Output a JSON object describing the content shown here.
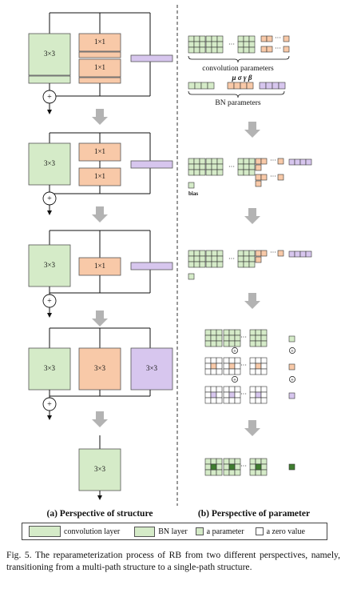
{
  "figure": {
    "number": "Fig. 5.",
    "caption": "The reparameterization process of RB from two different perspectives, namely, transitioning from a multi-path structure to a single-path structure."
  },
  "structure": {
    "conv3x3": "3×3",
    "conv1x1": "1×1",
    "plus": "+",
    "subtitle": "(a) Perspective of structure"
  },
  "parameter": {
    "conv_params": "convolution parameters",
    "bn_symbols": "μ σ γ β",
    "bn_params": "BN parameters",
    "bias": "bias",
    "ellipsis": "···",
    "plus": "+",
    "subtitle": "(b) Perspective of parameter"
  },
  "legend": {
    "conv_layer": "convolution layer",
    "bn_layer": "BN layer",
    "param": "a parameter",
    "zero": "a zero value"
  },
  "colors": {
    "green": "#d5ebc8",
    "orange": "#f8c9a8",
    "purple": "#d7c6ee",
    "dark_green": "#3f7d2f",
    "arrow": "#b3b3b3"
  }
}
